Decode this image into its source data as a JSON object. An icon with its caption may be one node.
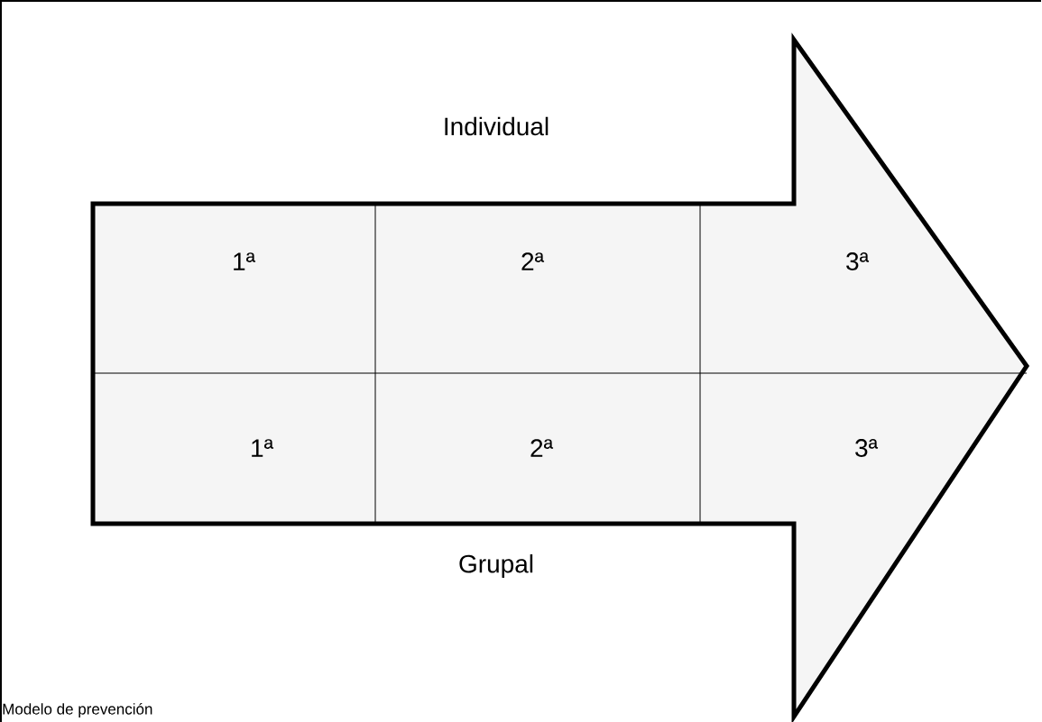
{
  "diagram": {
    "nodes": [
      {
        "text": [],
        "shape": "arrow"
      },
      {
        "text": [
          "1ª"
        ],
        "in": 0
      },
      {
        "text": [
          "2ª"
        ],
        "in": 0
      },
      {
        "text": [
          "3ª"
        ],
        "in": 0
      },
      {
        "text": [
          "1ª"
        ],
        "in": 0
      },
      {
        "text": [
          "2ª"
        ],
        "in": 0
      },
      {
        "text": [
          "3ª"
        ],
        "in": 0
      }
    ],
    "edges": [],
    "labels": [
      "Individual",
      "Grupal",
      "Modelo de prevención"
    ]
  }
}
